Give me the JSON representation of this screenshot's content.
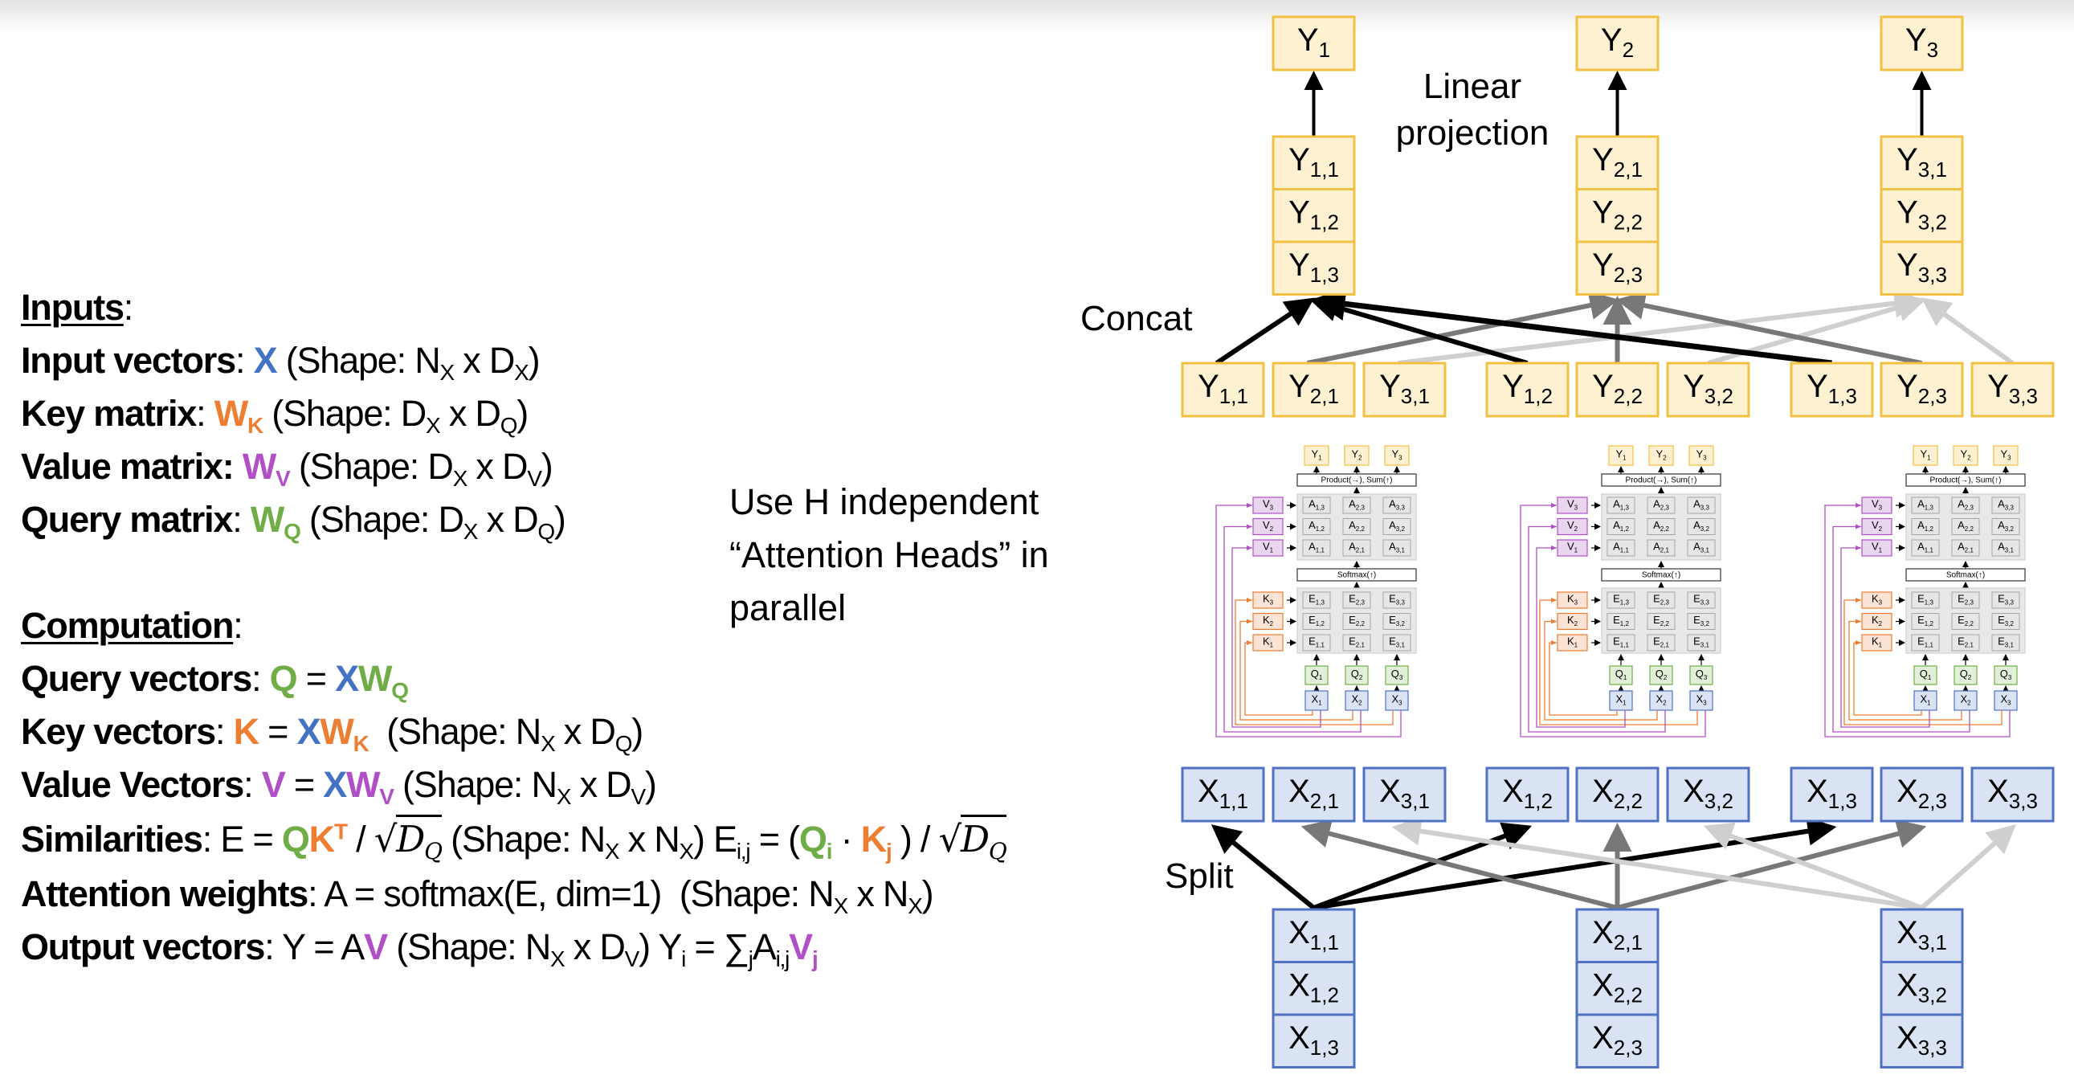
{
  "colors": {
    "x_blue": "#4472c4",
    "k_orange": "#ed7d31",
    "v_purple": "#b04fc6",
    "q_green": "#70ad47",
    "y_fill": "#fdf1d2",
    "y_stroke": "#f2c043",
    "x_fill": "#dae3f3",
    "x_stroke": "#4f72c4",
    "k_fill": "#fbe3d5",
    "v_fill": "#ead5ef",
    "q_fill": "#e2efd9",
    "panel_fill": "#e8e8e8"
  },
  "inputs": {
    "heading": "Inputs",
    "rows": [
      {
        "label": "Input vectors",
        "symbol": "X",
        "symbol_sub": "",
        "color": "blue",
        "shape": [
          "N",
          "X",
          "D",
          "X"
        ]
      },
      {
        "label": "Key matrix",
        "symbol": "W",
        "symbol_sub": "K",
        "color": "orange",
        "shape": [
          "D",
          "X",
          "D",
          "Q"
        ]
      },
      {
        "label": "Value matrix",
        "symbol": "W",
        "symbol_sub": "V",
        "color": "purple",
        "shape": [
          "D",
          "X",
          "D",
          "V"
        ]
      },
      {
        "label": "Query matrix",
        "symbol": "W",
        "symbol_sub": "Q",
        "color": "green",
        "shape": [
          "D",
          "X",
          "D",
          "Q"
        ]
      }
    ]
  },
  "computation": {
    "heading": "Computation",
    "query": {
      "label": "Query vectors",
      "lhs": "Q",
      "x": "X",
      "w": "W",
      "w_sub": "Q"
    },
    "key": {
      "label": "Key vectors",
      "lhs": "K",
      "x": "X",
      "w": "W",
      "w_sub": "K",
      "shape": [
        "N",
        "X",
        "D",
        "Q"
      ]
    },
    "value": {
      "label": "Value Vectors",
      "lhs": "V",
      "x": "X",
      "w": "W",
      "w_sub": "V",
      "shape": [
        "N",
        "X",
        "D",
        "V"
      ]
    },
    "similarities": {
      "label": "Similarities",
      "lhs": "E",
      "q": "Q",
      "k": "K",
      "t": "T",
      "sqrt_d": "D",
      "sqrt_sub": "Q",
      "shape": [
        "N",
        "X",
        "N",
        "X"
      ],
      "elem_lhs": "E",
      "elem_sub": "i,j",
      "qi": "Q",
      "qi_sub": "i",
      "kj": "K",
      "kj_sub": "j"
    },
    "attention": {
      "label": "Attention weights",
      "expr": "A = softmax(E, dim=1)",
      "shape": [
        "N",
        "X",
        "N",
        "X"
      ]
    },
    "output": {
      "label": "Output vectors",
      "lhs": "Y = A",
      "v": "V",
      "shape": [
        "N",
        "X",
        "D",
        "V"
      ],
      "elem": "Y",
      "elem_sub": "i",
      "sum": "= ∑",
      "sum_sub": "j",
      "a": "A",
      "a_sub": "i,j",
      "vj": "V",
      "vj_sub": "j"
    }
  },
  "note": {
    "lines": [
      "Use H independent",
      "“Attention Heads” in",
      "parallel"
    ]
  },
  "diagram": {
    "labels": {
      "linear_projection": [
        "Linear",
        "projection"
      ],
      "concat": "Concat",
      "split": "Split"
    },
    "outputs": [
      {
        "name": "Y",
        "sub": "1"
      },
      {
        "name": "Y",
        "sub": "2"
      },
      {
        "name": "Y",
        "sub": "3"
      }
    ],
    "stacked_outputs": [
      [
        {
          "name": "Y",
          "sub": "1,1"
        },
        {
          "name": "Y",
          "sub": "1,2"
        },
        {
          "name": "Y",
          "sub": "1,3"
        }
      ],
      [
        {
          "name": "Y",
          "sub": "2,1"
        },
        {
          "name": "Y",
          "sub": "2,2"
        },
        {
          "name": "Y",
          "sub": "2,3"
        }
      ],
      [
        {
          "name": "Y",
          "sub": "3,1"
        },
        {
          "name": "Y",
          "sub": "3,2"
        },
        {
          "name": "Y",
          "sub": "3,3"
        }
      ]
    ],
    "head_outputs": [
      [
        {
          "name": "Y",
          "sub": "1,1"
        },
        {
          "name": "Y",
          "sub": "2,1"
        },
        {
          "name": "Y",
          "sub": "3,1"
        }
      ],
      [
        {
          "name": "Y",
          "sub": "1,2"
        },
        {
          "name": "Y",
          "sub": "2,2"
        },
        {
          "name": "Y",
          "sub": "3,2"
        }
      ],
      [
        {
          "name": "Y",
          "sub": "1,3"
        },
        {
          "name": "Y",
          "sub": "2,3"
        },
        {
          "name": "Y",
          "sub": "3,3"
        }
      ]
    ],
    "head_inputs": [
      [
        {
          "name": "X",
          "sub": "1,1"
        },
        {
          "name": "X",
          "sub": "2,1"
        },
        {
          "name": "X",
          "sub": "3,1"
        }
      ],
      [
        {
          "name": "X",
          "sub": "1,2"
        },
        {
          "name": "X",
          "sub": "2,2"
        },
        {
          "name": "X",
          "sub": "3,2"
        }
      ],
      [
        {
          "name": "X",
          "sub": "1,3"
        },
        {
          "name": "X",
          "sub": "2,3"
        },
        {
          "name": "X",
          "sub": "3,3"
        }
      ]
    ],
    "stacked_inputs": [
      [
        {
          "name": "X",
          "sub": "1,1"
        },
        {
          "name": "X",
          "sub": "1,2"
        },
        {
          "name": "X",
          "sub": "1,3"
        }
      ],
      [
        {
          "name": "X",
          "sub": "2,1"
        },
        {
          "name": "X",
          "sub": "2,2"
        },
        {
          "name": "X",
          "sub": "2,3"
        }
      ],
      [
        {
          "name": "X",
          "sub": "3,1"
        },
        {
          "name": "X",
          "sub": "3,2"
        },
        {
          "name": "X",
          "sub": "3,3"
        }
      ]
    ],
    "head": {
      "count": 3,
      "outputs": [
        {
          "name": "Y",
          "sub": "1"
        },
        {
          "name": "Y",
          "sub": "2"
        },
        {
          "name": "Y",
          "sub": "3"
        }
      ],
      "product_label": "Product(→),   Sum(↑)",
      "softmax_label": "Softmax(↑)",
      "values": [
        {
          "name": "V",
          "sub": "3"
        },
        {
          "name": "V",
          "sub": "2"
        },
        {
          "name": "V",
          "sub": "1"
        }
      ],
      "keys": [
        {
          "name": "K",
          "sub": "3"
        },
        {
          "name": "K",
          "sub": "2"
        },
        {
          "name": "K",
          "sub": "1"
        }
      ],
      "attention_grid": [
        [
          {
            "name": "A",
            "sub": "1,3"
          },
          {
            "name": "A",
            "sub": "2,3"
          },
          {
            "name": "A",
            "sub": "3,3"
          }
        ],
        [
          {
            "name": "A",
            "sub": "1,2"
          },
          {
            "name": "A",
            "sub": "2,2"
          },
          {
            "name": "A",
            "sub": "3,2"
          }
        ],
        [
          {
            "name": "A",
            "sub": "1,1"
          },
          {
            "name": "A",
            "sub": "2,1"
          },
          {
            "name": "A",
            "sub": "3,1"
          }
        ]
      ],
      "similarity_grid": [
        [
          {
            "name": "E",
            "sub": "1,3"
          },
          {
            "name": "E",
            "sub": "2,3"
          },
          {
            "name": "E",
            "sub": "3,3"
          }
        ],
        [
          {
            "name": "E",
            "sub": "1,2"
          },
          {
            "name": "E",
            "sub": "2,2"
          },
          {
            "name": "E",
            "sub": "3,2"
          }
        ],
        [
          {
            "name": "E",
            "sub": "1,1"
          },
          {
            "name": "E",
            "sub": "2,1"
          },
          {
            "name": "E",
            "sub": "3,1"
          }
        ]
      ],
      "queries": [
        {
          "name": "Q",
          "sub": "1"
        },
        {
          "name": "Q",
          "sub": "2"
        },
        {
          "name": "Q",
          "sub": "3"
        }
      ],
      "inputs": [
        {
          "name": "X",
          "sub": "1"
        },
        {
          "name": "X",
          "sub": "2"
        },
        {
          "name": "X",
          "sub": "3"
        }
      ]
    }
  }
}
